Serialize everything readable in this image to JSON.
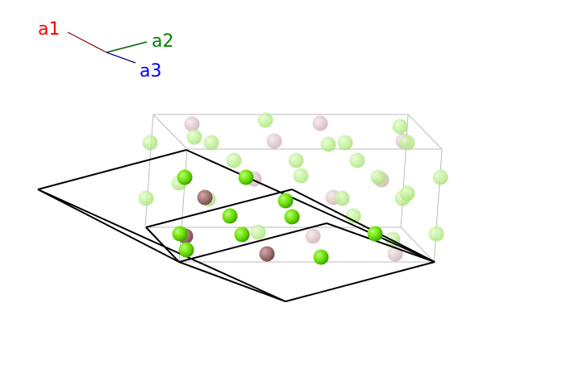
{
  "axes": {
    "a1": {
      "label": "a1",
      "color": "#ff0000",
      "line_color": "#8b0000"
    },
    "a2": {
      "label": "a2",
      "color": "#008000",
      "line_color": "#006400"
    },
    "a3": {
      "label": "a3",
      "color": "#0000ff",
      "line_color": "#00008b"
    }
  },
  "colors": {
    "atom_green": "#66dd00",
    "atom_maroon": "#a07070",
    "atom_pink_faded": "#d8bcc0",
    "atom_green_faded": "#b0ec80",
    "box_line": "#bbbbbb",
    "cell_line": "#000000"
  }
}
